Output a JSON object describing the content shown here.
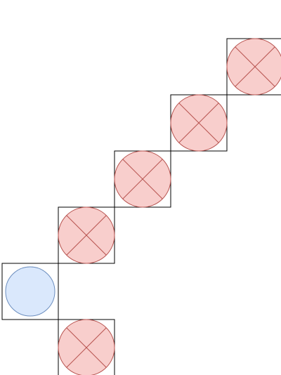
{
  "diagram": {
    "colors": {
      "background": "#ffffff",
      "cell_border": "#000000",
      "blocked_fill": "#f8cecc",
      "blocked_stroke": "#b85450",
      "open_fill": "#dae8fc",
      "open_stroke": "#6c8ebf"
    },
    "cells": [
      {
        "id": "cell-1",
        "kind": "blocked",
        "symbol": "cross"
      },
      {
        "id": "cell-2",
        "kind": "blocked",
        "symbol": "cross"
      },
      {
        "id": "cell-3",
        "kind": "blocked",
        "symbol": "cross"
      },
      {
        "id": "cell-4",
        "kind": "blocked",
        "symbol": "cross"
      },
      {
        "id": "cell-5",
        "kind": "open",
        "symbol": "circle"
      },
      {
        "id": "cell-6",
        "kind": "blocked",
        "symbol": "cross"
      }
    ]
  }
}
